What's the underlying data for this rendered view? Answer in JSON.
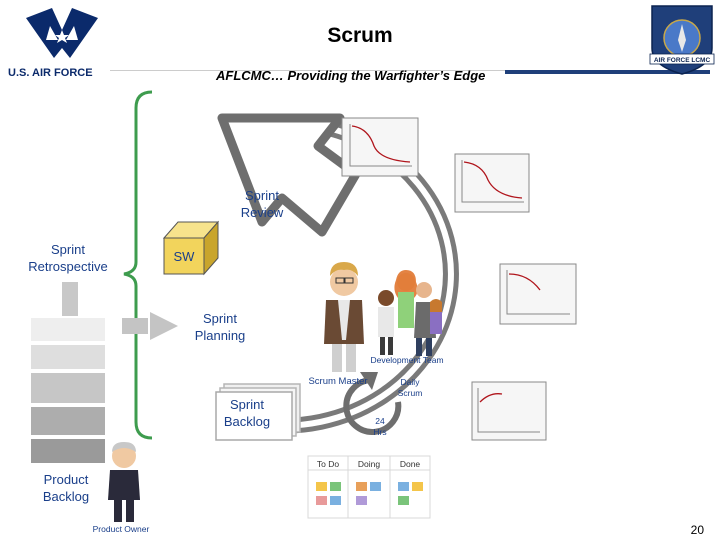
{
  "header": {
    "title": "Scrum",
    "tagline": "AFLCMC… Providing the Warfighter’s Edge",
    "logo_text": "U.S. AIR FORCE",
    "seal_text": "AIR FORCE LCMC"
  },
  "diagram": {
    "sprint_review": "Sprint\nReview",
    "sprint_retrospective": "Sprint\nRetrospective",
    "sw": "SW",
    "sprint_planning": "Sprint\nPlanning",
    "sprint_backlog": "Sprint\nBacklog",
    "product_backlog": "Product\nBacklog",
    "product_owner": "Product Owner",
    "scrum_master": "Scrum Master",
    "development_team": "Development Team",
    "daily_scrum": "Daily\nScrum",
    "hours": "24\nHrs",
    "board_columns": [
      "To Do",
      "Doing",
      "Done"
    ]
  },
  "footer": {
    "page_number": "20"
  },
  "colors": {
    "text_blue": "#1a3f8a",
    "cycle_gray": "#7a7a7a",
    "burndown_red": "#b0151c",
    "sw_box": "#f2d45c"
  }
}
